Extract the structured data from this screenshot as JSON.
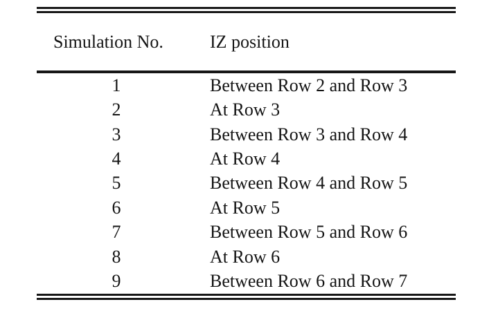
{
  "colors": {
    "text": "#141414",
    "background": "#ffffff",
    "rule": "#161616"
  },
  "table": {
    "columns": {
      "simulation_no": "Simulation No.",
      "iz_position": "IZ position"
    },
    "rows": [
      {
        "no": "1",
        "position": "Between Row 2 and Row 3"
      },
      {
        "no": "2",
        "position": "At Row 3"
      },
      {
        "no": "3",
        "position": "Between Row 3 and Row 4"
      },
      {
        "no": "4",
        "position": "At Row 4"
      },
      {
        "no": "5",
        "position": "Between Row 4 and Row 5"
      },
      {
        "no": "6",
        "position": "At Row 5"
      },
      {
        "no": "7",
        "position": "Between Row 5 and Row 6"
      },
      {
        "no": "8",
        "position": "At Row 6"
      },
      {
        "no": "9",
        "position": "Between Row 6 and Row 7"
      }
    ]
  }
}
